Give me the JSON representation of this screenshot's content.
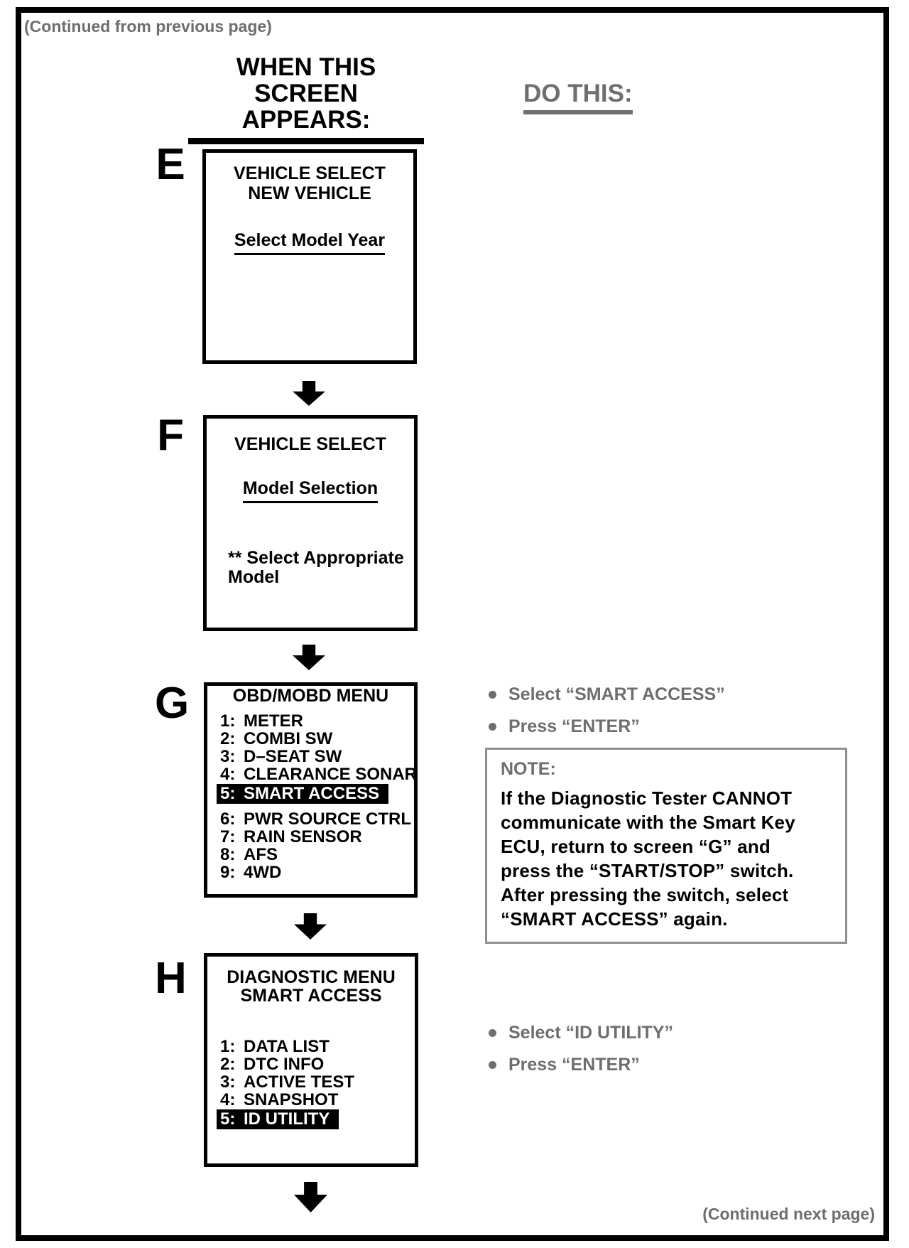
{
  "page": {
    "continued_from": "(Continued from previous page)",
    "continued_next": "(Continued next page)"
  },
  "headers": {
    "when_this": "WHEN THIS",
    "screen_appears": "SCREEN APPEARS:",
    "do_this": "DO THIS:"
  },
  "colors": {
    "ink": "#000000",
    "halftone_gray": "#6e6e6e",
    "paper": "#ffffff",
    "highlight_bg": "#000000",
    "highlight_text": "#ffffff"
  },
  "screens": {
    "e": {
      "letter": "E",
      "title1": "VEHICLE SELECT",
      "title2": "NEW VEHICLE",
      "link": "Select Model Year"
    },
    "f": {
      "letter": "F",
      "title1": "VEHICLE SELECT",
      "link": "Model Selection",
      "note_line1": "** Select Appropriate",
      "note_line2": "Model"
    },
    "g": {
      "letter": "G",
      "title": "OBD/MOBD MENU",
      "items": [
        {
          "num": "1:",
          "label": "METER"
        },
        {
          "num": "2:",
          "label": "COMBI SW"
        },
        {
          "num": "3:",
          "label": "D–SEAT SW"
        },
        {
          "num": "4:",
          "label": "CLEARANCE SONAR"
        },
        {
          "num": "5:",
          "label": "SMART ACCESS",
          "highlighted": true
        },
        {
          "num": "6:",
          "label": "PWR SOURCE CTRL"
        },
        {
          "num": "7:",
          "label": "RAIN SENSOR"
        },
        {
          "num": "8:",
          "label": "AFS"
        },
        {
          "num": "9:",
          "label": "4WD"
        }
      ]
    },
    "h": {
      "letter": "H",
      "title1": "DIAGNOSTIC MENU",
      "title2": "SMART ACCESS",
      "items": [
        {
          "num": "1:",
          "label": "DATA LIST"
        },
        {
          "num": "2:",
          "label": "DTC INFO"
        },
        {
          "num": "3:",
          "label": "ACTIVE TEST"
        },
        {
          "num": "4:",
          "label": "SNAPSHOT"
        },
        {
          "num": "5:",
          "label": "ID UTILITY",
          "highlighted": true
        }
      ]
    }
  },
  "instructions": {
    "g": [
      "Select  “SMART ACCESS”",
      "Press  “ENTER”"
    ],
    "h": [
      "Select  “ID UTILITY”",
      "Press  “ENTER”"
    ]
  },
  "note": {
    "title": "NOTE:",
    "lines": [
      "If the Diagnostic Tester CANNOT",
      "communicate with the Smart Key",
      "ECU, return to screen “G” and",
      "press the “START/STOP” switch.",
      "After pressing the switch, select",
      "“SMART ACCESS” again."
    ]
  }
}
